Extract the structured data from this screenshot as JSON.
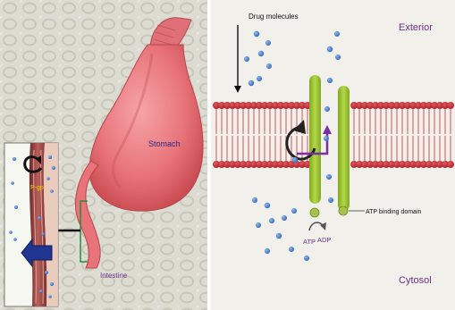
{
  "figure": {
    "left_panel": {
      "organ_labels": {
        "stomach": "Stomach",
        "intestine": "Intestine"
      },
      "inset_label": "P-gp"
    },
    "right_panel": {
      "labels": {
        "drug_molecules": "Drug molecules",
        "exterior": "Exterior",
        "cytosol": "Cytosol",
        "atp_binding_domain": "ATP binding domain",
        "atp": "ATP",
        "adp": "ADP"
      }
    }
  },
  "colors": {
    "membrane_head": "#c0292f",
    "membrane_tail": "#d77a7a",
    "pgp_transmembrane": "#9bc230",
    "drug_molecule": "#3e78c6",
    "stomach": "#e8747a",
    "label_purple": "#6b2f8a",
    "label_navy": "#2a2a8a"
  }
}
